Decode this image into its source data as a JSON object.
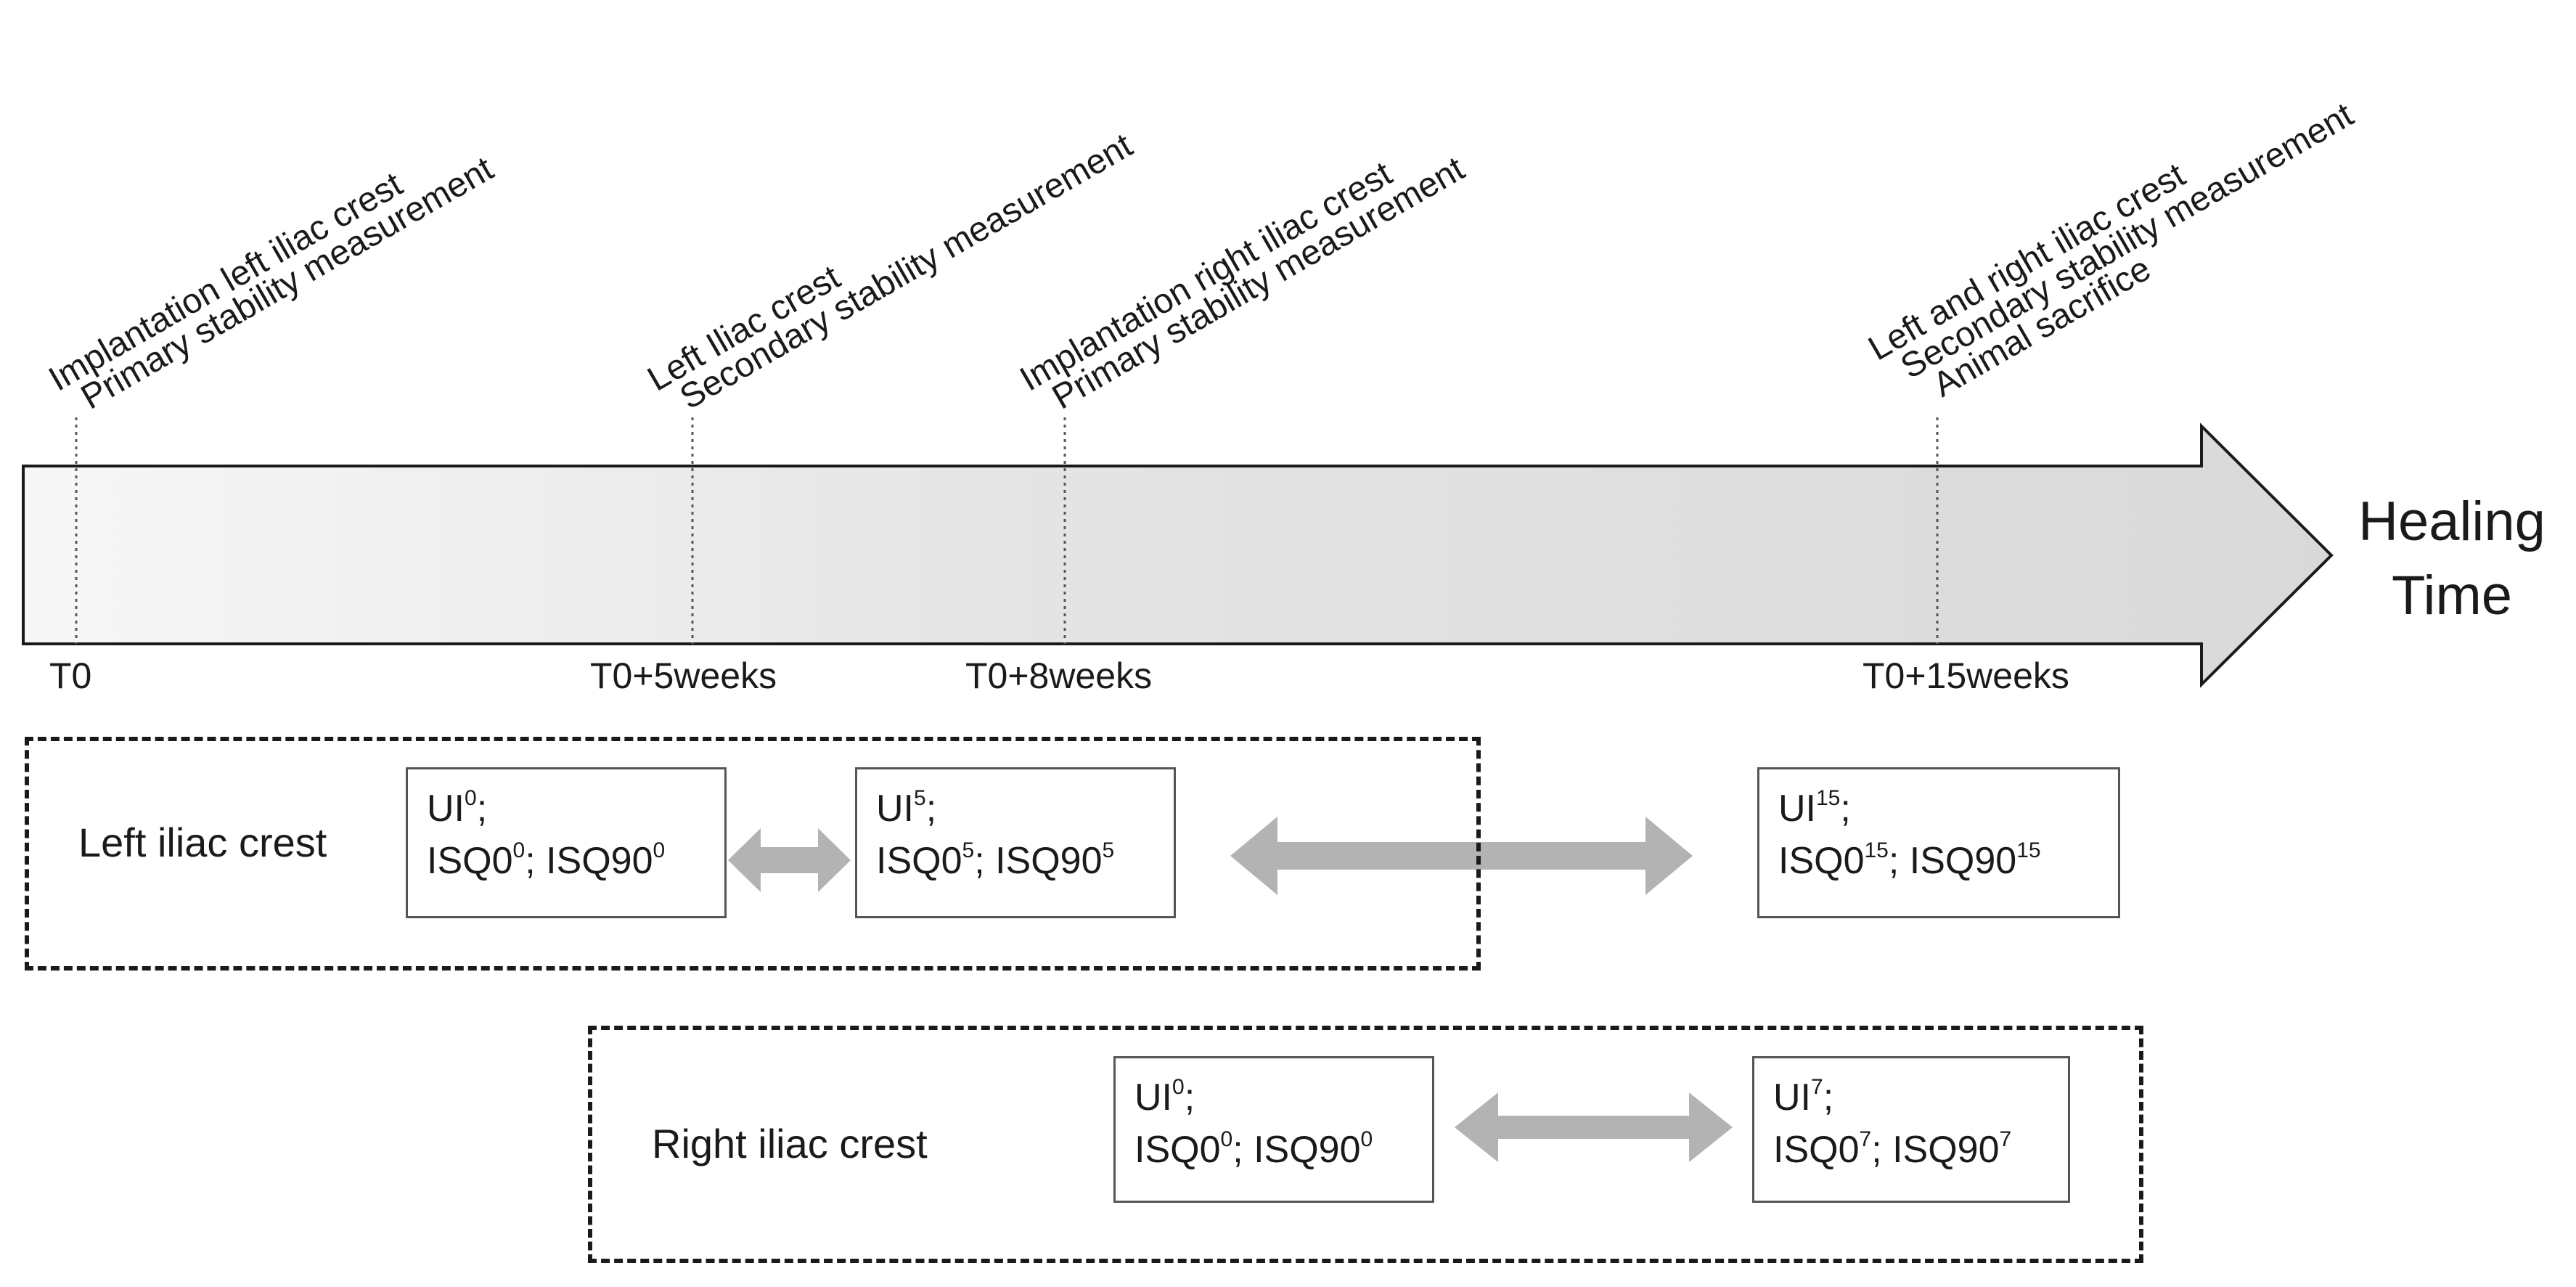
{
  "timeline": {
    "axis_label": [
      "Healing",
      "Time"
    ],
    "events": [
      {
        "lines": [
          "Implantation left iliac crest",
          "Primary stability measurement"
        ]
      },
      {
        "lines": [
          "Left Iliac crest",
          "Secondary stability measurement"
        ]
      },
      {
        "lines": [
          "Implantation right iliac crest",
          "Primary stability measurement"
        ]
      },
      {
        "lines": [
          "Left and right iliac crest",
          "Secondary stability measurement",
          "Animal sacrifice"
        ]
      }
    ],
    "ticks": [
      "T0",
      "T0+5weeks",
      "T0+8weeks",
      "T0+15weeks"
    ]
  },
  "left_group": {
    "label": "Left iliac crest",
    "boxes": [
      {
        "ui": "UI",
        "ui_sup": "0",
        "isq0": "ISQ0",
        "isq0_sup": "0",
        "isq90": "ISQ90",
        "isq90_sup": "0"
      },
      {
        "ui": "UI",
        "ui_sup": "5",
        "isq0": "ISQ0",
        "isq0_sup": "5",
        "isq90": "ISQ90",
        "isq90_sup": "5"
      },
      {
        "ui": "UI",
        "ui_sup": "15",
        "isq0": "ISQ0",
        "isq0_sup": "15",
        "isq90": "ISQ90",
        "isq90_sup": "15"
      }
    ]
  },
  "right_group": {
    "label": "Right iliac crest",
    "boxes": [
      {
        "ui": "UI",
        "ui_sup": "0",
        "isq0": "ISQ0",
        "isq0_sup": "0",
        "isq90": "ISQ90",
        "isq90_sup": "0"
      },
      {
        "ui": "UI",
        "ui_sup": "7",
        "isq0": "ISQ0",
        "isq0_sup": "7",
        "isq90": "ISQ90",
        "isq90_sup": "7"
      }
    ]
  },
  "colors": {
    "arrow_fill_start": "#f7f7f7",
    "arrow_fill_end": "#d9d9d9",
    "double_arrow": "#b3b3b3",
    "outline": "#1a1a1a"
  }
}
